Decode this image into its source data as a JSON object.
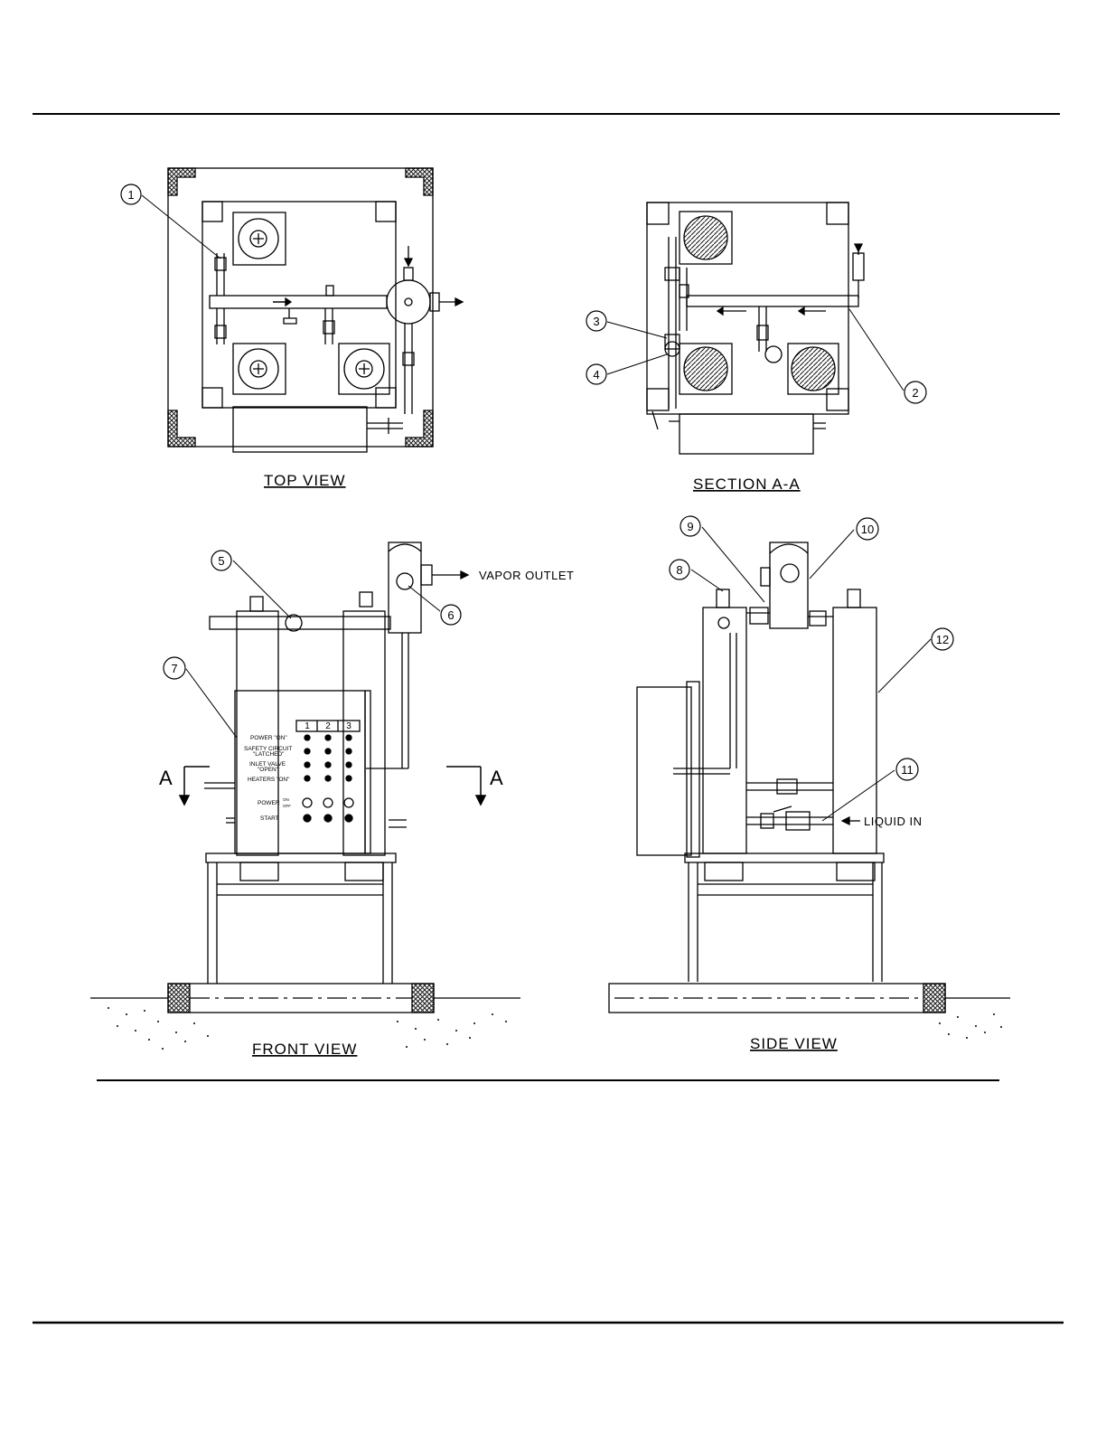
{
  "views": {
    "top": "TOP VIEW",
    "section": "SECTION A-A",
    "front": "FRONT VIEW",
    "side": "SIDE VIEW"
  },
  "callouts": [
    "1",
    "2",
    "3",
    "4",
    "5",
    "6",
    "7",
    "8",
    "9",
    "10",
    "11",
    "12"
  ],
  "notes": {
    "vapor_outlet": "VAPOR OUTLET",
    "liquid_in": "LIQUID IN",
    "section_letter": "A"
  },
  "panel": {
    "columns": [
      "1",
      "2",
      "3"
    ],
    "rows": [
      "POWER \"ON\"",
      "SAFETY CIRCUIT",
      "\"LATCHED\"",
      "INLET VALVE",
      "\"OPEN\"",
      "HEATERS \"ON\""
    ],
    "power": "POWER",
    "on": "ON",
    "off": "OFF",
    "start": "START"
  },
  "colors": {
    "line": "#000000",
    "hatch": "#333333",
    "paper": "#ffffff"
  }
}
